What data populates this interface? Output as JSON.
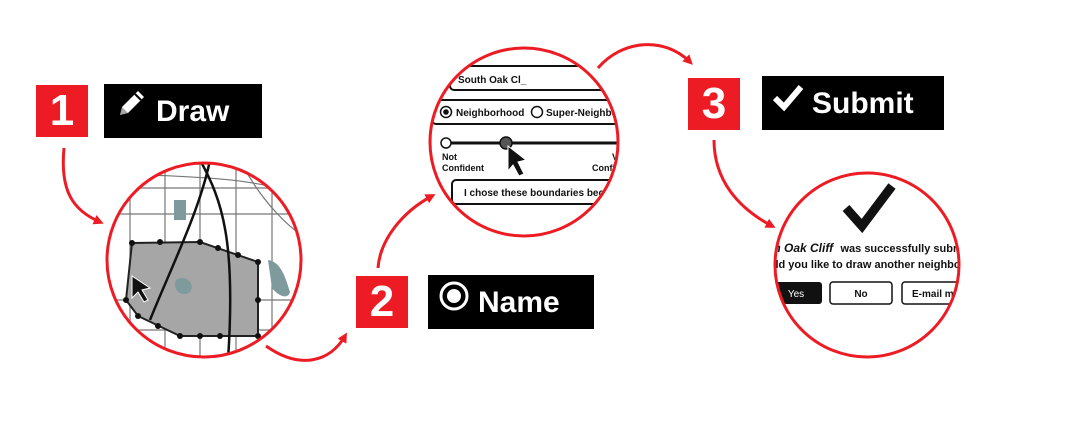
{
  "steps": [
    {
      "number": "1",
      "label": "Draw",
      "icon": "pencil-icon"
    },
    {
      "number": "2",
      "label": "Name",
      "icon": "radio-selected-icon"
    },
    {
      "number": "3",
      "label": "Submit",
      "icon": "checkmark-icon"
    }
  ],
  "name_panel": {
    "name_value": "South Oak Cl_",
    "option_neighborhood": "Neighborhood",
    "option_super": "Super-Neighborho",
    "slider_low": "Not",
    "slider_low2": "Confident",
    "slider_high": "Ve",
    "slider_high2": "Confid",
    "reason_placeholder": "I chose these boundaries because_"
  },
  "submit_panel": {
    "neighborhood_name": "uth Oak Cliff",
    "success_text": "was successfully submi",
    "question_text": "ould you like to draw another neighborh",
    "yes_label": "Yes",
    "no_label": "No",
    "email_label": "E-mail m"
  },
  "colors": {
    "accent": "#ed1c24",
    "label_bg": "#000000",
    "map_fill": "#a6a6a6",
    "water": "#7f9a9d"
  }
}
